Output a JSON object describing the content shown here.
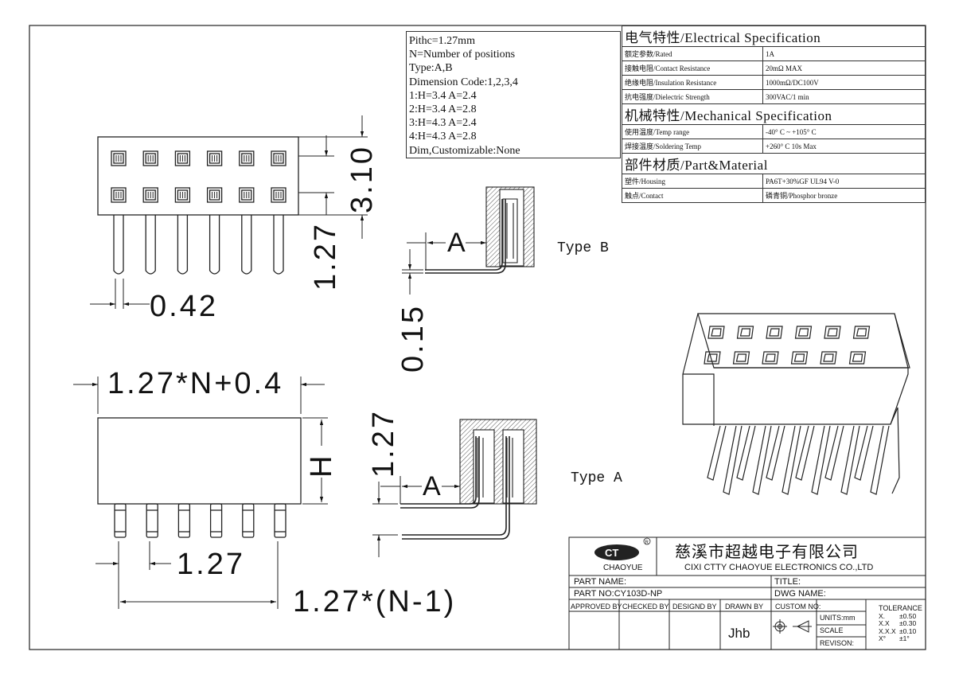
{
  "notes": [
    "Pithc=1.27mm",
    "N=Number of positions",
    "Type:A,B",
    "Dimension Code:1,2,3,4",
    "1:H=3.4 A=2.4",
    "2:H=3.4 A=2.8",
    "3:H=4.3 A=2.4",
    "4:H=4.3 A=2.8",
    "Dim,Customizable:None"
  ],
  "spec": {
    "electrical_title": "电气特性/Electrical Specification",
    "electrical": [
      {
        "label": "额定参数/Rated",
        "value": "1A"
      },
      {
        "label": "接触电阻/Contact Resistance",
        "value": "20mΩ MAX"
      },
      {
        "label": "绝缘电阻/Insulation Resistance",
        "value": "1000mΩ/DC100V"
      },
      {
        "label": "抗电强度/Dielectric Strength",
        "value": "300VAC/1 min"
      }
    ],
    "mechanical_title": "机械特性/Mechanical Specification",
    "mechanical": [
      {
        "label": "使用温度/Temp range",
        "value": "-40° C ~ +105° C"
      },
      {
        "label": "焊接温度/Soldering Temp",
        "value": "+260° C  10s Max"
      }
    ],
    "material_title": "部件材质/Part&Material",
    "material": [
      {
        "label": "塑件/Housing",
        "value": "PA6T+30%GF  UL94  V-0"
      },
      {
        "label": "触点/Contact",
        "value": "磷青铜/Phosphor bronze"
      }
    ]
  },
  "dims": {
    "d310": "3.10",
    "d127_v": "1.27",
    "d042": "0.42",
    "d015": "0.15",
    "width_formula": "1.27*N+0.4",
    "h": "H",
    "d127_h": "1.27",
    "pitch_formula": "1.27*(N-1)",
    "d127_typeA": "1.27",
    "a_b": "A",
    "a_a": "A"
  },
  "labels": {
    "type_b": "Type B",
    "type_a": "Type A"
  },
  "title_block": {
    "logo_text": "CT",
    "brand": "CHAOYUE",
    "company_cn": "慈溪市超越电子有限公司",
    "company_en": "CIXI CTTY CHAOYUE ELECTRONICS CO.,LTD",
    "part_name": "PART NAME:",
    "title": "TITLE:",
    "part_no": "PART NO:CY103D-NP",
    "dwg_name": "DWG NAME:",
    "approved_by": "APPROVED BY",
    "checked_by": "CHECKED BY",
    "designed_by": "DESIGND BY",
    "drawn_by": "DRAWN BY",
    "drawn_value": "Jhb",
    "custom_no": "CUSTOM NO:",
    "units": "UNITS:mm",
    "scale": "SCALE",
    "revision": "REVISON:",
    "tolerance": "TOLERANCE",
    "tol_rows": [
      {
        "k": "X.",
        "v": "±0.50"
      },
      {
        "k": "X.X",
        "v": "±0.30"
      },
      {
        "k": "X.X.X",
        "v": "±0.10"
      },
      {
        "k": "X°",
        "v": "±1°"
      }
    ]
  }
}
